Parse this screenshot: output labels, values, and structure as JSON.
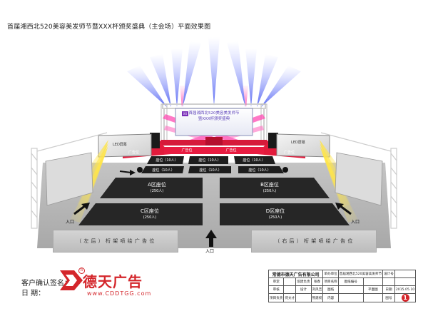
{
  "title": "首届湘西北520美容美发师节暨XXX杯颁奖盛典（主会场）平面效果图",
  "stage": {
    "screen_line1": "首届湘西北520美容美发师节",
    "screen_line2": "暨XXX杯颁奖盛典",
    "screen_badge": "XX",
    "front_label": "广告位",
    "left_wing_label": "广告位",
    "right_wing_label": "广告位",
    "led_label": "LED屏幕"
  },
  "side_screens": {
    "left": "LED屏幕",
    "right": "LED屏幕"
  },
  "seats": {
    "row1": "座位（10人）",
    "row2": "座位（10人）",
    "a_name": "A区座位",
    "a_count": "(250人)",
    "b_name": "B区座位",
    "b_count": "(250人)",
    "c_name": "C区座位",
    "c_count": "(250人)",
    "d_name": "D区座位",
    "d_count": "(250人)"
  },
  "entrances": {
    "left": "入口",
    "right": "入口",
    "center": "入口"
  },
  "banners": {
    "left": "（ 左 后 ）  桁 架 喷 绘 广 告 位",
    "right": "（ 右 后 ）  桁 架 喷 绘 广 告 位"
  },
  "signoff": {
    "client_label": "客户确认签名：",
    "date_label": "日    期："
  },
  "logo": {
    "name": "德天广告",
    "url": "www.CDDTGG.com",
    "registered": "R"
  },
  "info_table": {
    "company": "常德市德天广告有限公司",
    "unit_label": "单办单位",
    "designer_label": "设计号",
    "project_name": "首届湘西北520美容美发师节",
    "row2": [
      "审定",
      "",
      "巡建负责",
      "张春",
      "项目名称",
      "图纸编号",
      "",
      "",
      ""
    ],
    "row3": [
      "审核",
      "",
      "设计",
      "刘凤吉",
      "图纸",
      "",
      "平面图",
      "日期",
      "2015.05.10"
    ],
    "row4": [
      "项目负责",
      "何文才",
      "",
      "熊建权",
      "内容",
      "",
      "",
      "图号",
      "1"
    ]
  },
  "colors": {
    "accent_red": "#d4262b",
    "block_dark": "#2a2a2a",
    "floor_gray": "#b5b5b5",
    "stage_red": "#c8102e",
    "beam_blue": "#4a5cf0",
    "beam_yellow": "#ffd52e",
    "beam_pink": "#ff4fa8"
  },
  "icons": [
    "arrow-up-icon",
    "arrow-diagonal-icon",
    "truss-icon",
    "spotlight-icon",
    "registered-icon"
  ]
}
